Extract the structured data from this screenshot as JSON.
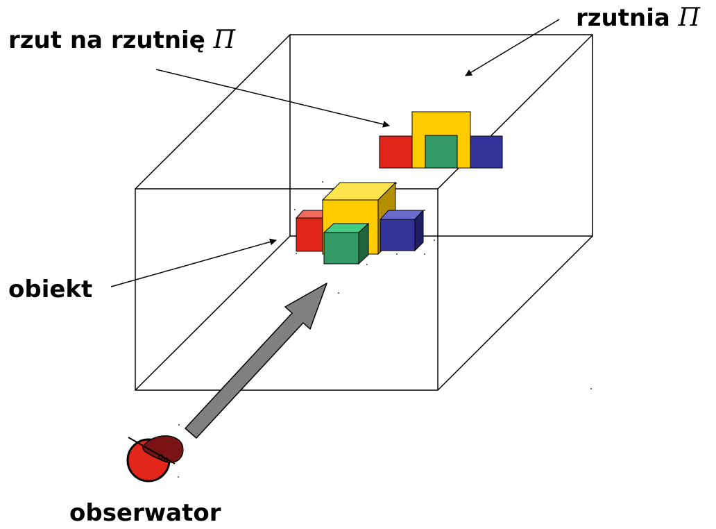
{
  "labels": {
    "projection_label": "rzut na rzutnię",
    "projection_plane_label": "rzutnia",
    "plane_symbol": "Π",
    "object_label": "obiekt",
    "observer_label": "obserwator"
  },
  "colors": {
    "red": "#e0261a",
    "yellow": "#ffcc00",
    "green": "#339966",
    "blue": "#333399",
    "arrow_gray": "#808080",
    "observer_red": "#e3261b",
    "observer_brown": "#7a1414"
  }
}
